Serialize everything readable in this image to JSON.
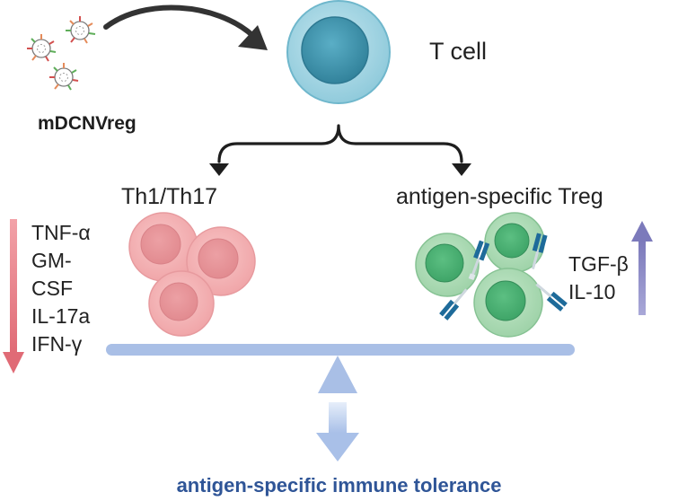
{
  "labels": {
    "vesicles": "mDCNVreg",
    "t_cell": "T cell",
    "th_cells": "Th1/Th17",
    "treg": "antigen-specific Treg",
    "tolerance": "antigen-specific immune tolerance"
  },
  "cytokines_decreased": [
    "TNF-α",
    "GM-",
    "CSF",
    "IL-17a",
    "IFN-γ"
  ],
  "cytokines_increased": [
    "TGF-β",
    "IL-10"
  ],
  "colors": {
    "t_cell_outer": "#9fd4e3",
    "t_cell_nucleus": "#3f95ae",
    "th_cell": "#f2aeb0",
    "treg_cell": "#a9d9b2",
    "antibody": "#1e6b9a",
    "decrease_arrow": "#e06b76",
    "increase_arrow": "#8b89c6",
    "balance": "#a9bfe6",
    "tolerance_text": "#2f5597"
  },
  "icons": [
    "vesicle-icon",
    "curved-arrow-icon",
    "bracket-arrow-icon",
    "down-arrow-icon",
    "up-arrow-icon",
    "balance-icon"
  ]
}
